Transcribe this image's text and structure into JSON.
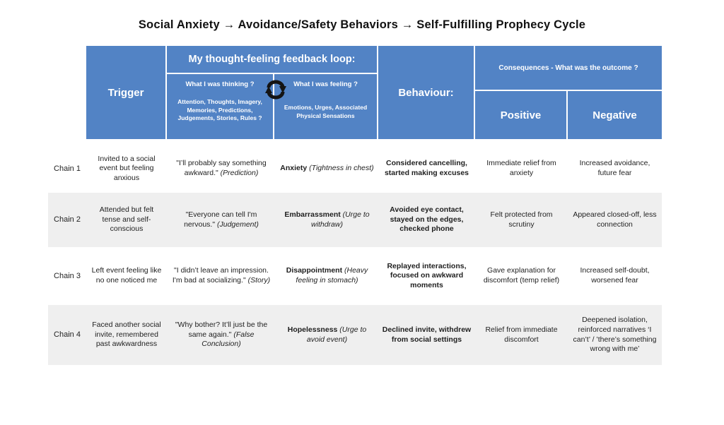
{
  "title": "Social Anxiety → Avoidance/Safety Behaviors → Self-Fulfilling Prophecy Cycle",
  "colors": {
    "header_blue": "#5283c5",
    "row_stripe": "#efefef",
    "cycle_icon_black": "#141414"
  },
  "header": {
    "trigger": "Trigger",
    "loop_title": "My thought-feeling feedback loop:",
    "thinking_title": "What I was thinking ?",
    "thinking_sub": "Attention, Thoughts, Imagery, Memories, Predictions, Judgements, Stories, Rules ?",
    "cycle_icon": "sync-arrows-icon",
    "feeling_title": "What I was feeling ?",
    "feeling_sub": "Emotions, Urges, Associated Physical Sensations",
    "behaviour": "Behaviour:",
    "consequences_title": "Consequences - What was the outcome ?",
    "positive": "Positive",
    "negative": "Negative"
  },
  "rows": [
    {
      "label": "Chain 1",
      "trigger": "Invited to a social event but feeling anxious",
      "thinking_quote": "\"I’ll probably say something awkward.\"",
      "thinking_tag": "(Prediction)",
      "feeling_name": "Anxiety",
      "feeling_detail": "(Tightness in chest)",
      "behaviour": "Considered cancelling, started making excuses",
      "positive": "Immediate relief from anxiety",
      "negative": "Increased avoidance, future fear"
    },
    {
      "label": "Chain 2",
      "trigger": "Attended but felt tense and self-conscious",
      "thinking_quote": "\"Everyone can tell I'm nervous.\"",
      "thinking_tag": "(Judgement)",
      "feeling_name": "Embarrassment",
      "feeling_detail": "(Urge to withdraw)",
      "behaviour": "Avoided eye contact, stayed on the edges, checked phone",
      "positive": "Felt protected from scrutiny",
      "negative": "Appeared closed-off, less connection"
    },
    {
      "label": "Chain 3",
      "trigger": "Left event feeling like no one noticed me",
      "thinking_quote": "\"I didn’t leave an impression. I'm bad at socializing.\"",
      "thinking_tag": "(Story)",
      "feeling_name": "Disappointment",
      "feeling_detail": "(Heavy feeling in stomach)",
      "behaviour": "Replayed interactions, focused on awkward moments",
      "positive": "Gave explanation for discomfort (temp relief)",
      "negative": "Increased self-doubt, worsened fear"
    },
    {
      "label": "Chain 4",
      "trigger": "Faced another social invite, remembered past awkwardness",
      "thinking_quote": "\"Why bother? It’ll just be the same again.\"",
      "thinking_tag": "(False Conclusion)",
      "feeling_name": "Hopelessness",
      "feeling_detail": "(Urge to avoid event)",
      "behaviour": "Declined invite, withdrew from social settings",
      "positive": "Relief from immediate discomfort",
      "negative": "Deepened isolation, reinforced narratives ‘I can’t’ / ’there’s something wrong with me’"
    }
  ]
}
